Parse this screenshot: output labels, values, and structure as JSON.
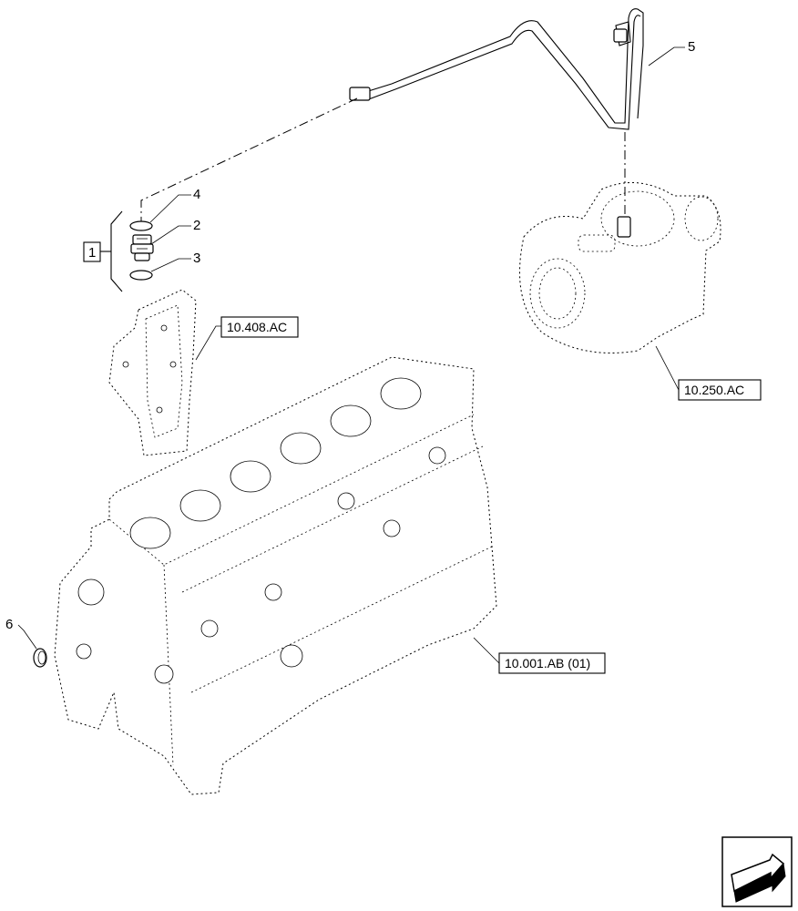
{
  "callouts": {
    "item1": "1",
    "item2": "2",
    "item3": "3",
    "item4": "4",
    "item5": "5",
    "item6": "6"
  },
  "references": {
    "oil_filter_support": "10.408.AC",
    "turbocharger": "10.250.AC",
    "engine_block": "10.001.AB (01)"
  },
  "icons": {
    "nav": "next-page-arrow-icon"
  }
}
